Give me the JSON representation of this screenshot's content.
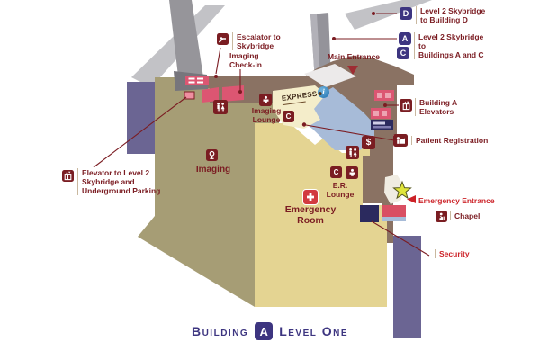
{
  "title": {
    "building": "Building",
    "badge": "A",
    "level": "Level One"
  },
  "legend_callouts": {
    "skybridge_d": {
      "badge": "D",
      "line1": "Level 2 Skybridge",
      "line2": "to Building D"
    },
    "skybridge_ac": {
      "badge_a": "A",
      "badge_c": "C",
      "line1": "Level 2 Skybridge",
      "line2": "to",
      "line3": "Buildings A and C"
    },
    "main_entrance": {
      "label": "Main Entrance"
    },
    "escalator_skybridge": {
      "line1": "Escalator to",
      "line2": "Skybridge"
    },
    "imaging_checkin": {
      "line1": "Imaging",
      "line2": "Check-in"
    },
    "building_a_elevators": {
      "line1": "Building A",
      "line2": "Elevators"
    },
    "patient_registration": {
      "label": "Patient Registration"
    },
    "emergency_entrance": {
      "label": "Emergency Entrance"
    },
    "chapel": {
      "label": "Chapel"
    },
    "security": {
      "label": "Security"
    },
    "elevator_skybridge_parking": {
      "line1": "Elevator to Level 2",
      "line2": "Skybridge and",
      "line3": "Underground Parking"
    }
  },
  "rooms": {
    "imaging": {
      "label": "Imaging"
    },
    "imaging_lounge": {
      "line1": "Imaging",
      "line2": "Lounge"
    },
    "er_lounge": {
      "line1": "E.R.",
      "line2": "Lounge"
    },
    "emergency_room": {
      "line1": "Emergency",
      "line2": "Room"
    },
    "express_cafe": {
      "label": "EXPRESS"
    }
  },
  "badges": {
    "c_elevator_1": "C",
    "c_elevator_2": "C",
    "cashier": "$",
    "info": "i"
  },
  "icons": {
    "escalator-icon": "escalator steps with rider",
    "restroom-icon": "two person figures",
    "lounge-icon": "seated person",
    "imaging-icon": "scanner target",
    "elevator-icon": "elevator car with arrows",
    "patient-registration-icon": "person at desk",
    "chapel-icon": "kneeling figure",
    "first-aid-icon": "white cross",
    "emergency-star-icon": "yellow star",
    "info-icon": "letter i in blue circle"
  },
  "colors": {
    "maroon_text": "#7b1c22",
    "badge_maroon": "#7a1d22",
    "bright_red": "#cc2127",
    "title_purple": "#3d3580",
    "olive_area": "#a69d75",
    "yellow_area": "#e4d492",
    "brown_area": "#8a7263",
    "light_blue_area": "#a7bbd8",
    "cream_kiosk": "#f4edca",
    "purple_area": "#6b6593",
    "navy": "#2b2a5e",
    "pink": "#dc5672",
    "star_yellow": "#e0e53c",
    "skybridge_gray": "#c2c2c6"
  }
}
